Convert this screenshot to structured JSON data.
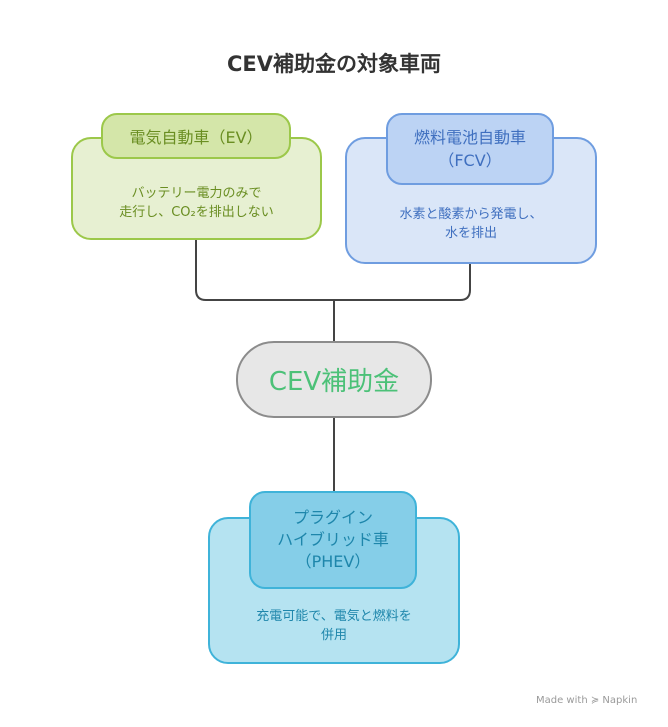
{
  "title": "CEV補助金の対象車両",
  "center": {
    "label": "CEV補助金"
  },
  "nodes": {
    "ev": {
      "title": "電気自動車（EV）",
      "desc_lines": [
        "バッテリー電力のみで",
        "走行し、CO₂を排出しない"
      ],
      "colors": {
        "fill": "#e7f0d2",
        "tag": "#d4e6a9",
        "border": "#9cc84a",
        "text": "#6a8e22"
      }
    },
    "fcv": {
      "title_lines": [
        "燃料電池自動車",
        "（FCV）"
      ],
      "desc_lines": [
        "水素と酸素から発電し、",
        "水を排出"
      ],
      "colors": {
        "fill": "#dae6f8",
        "tag": "#bcd3f4",
        "border": "#6f9de0",
        "text": "#3f6fbf"
      }
    },
    "phev": {
      "title_lines": [
        "プラグイン",
        "ハイブリッド車",
        "（PHEV）"
      ],
      "desc_lines": [
        "充電可能で、電気と燃料を",
        "併用"
      ],
      "colors": {
        "fill": "#b5e3f1",
        "tag": "#85cee8",
        "border": "#3fb3d9",
        "text": "#1e86ab"
      }
    }
  },
  "watermark": {
    "text": "Made with",
    "brand": "Napkin"
  }
}
